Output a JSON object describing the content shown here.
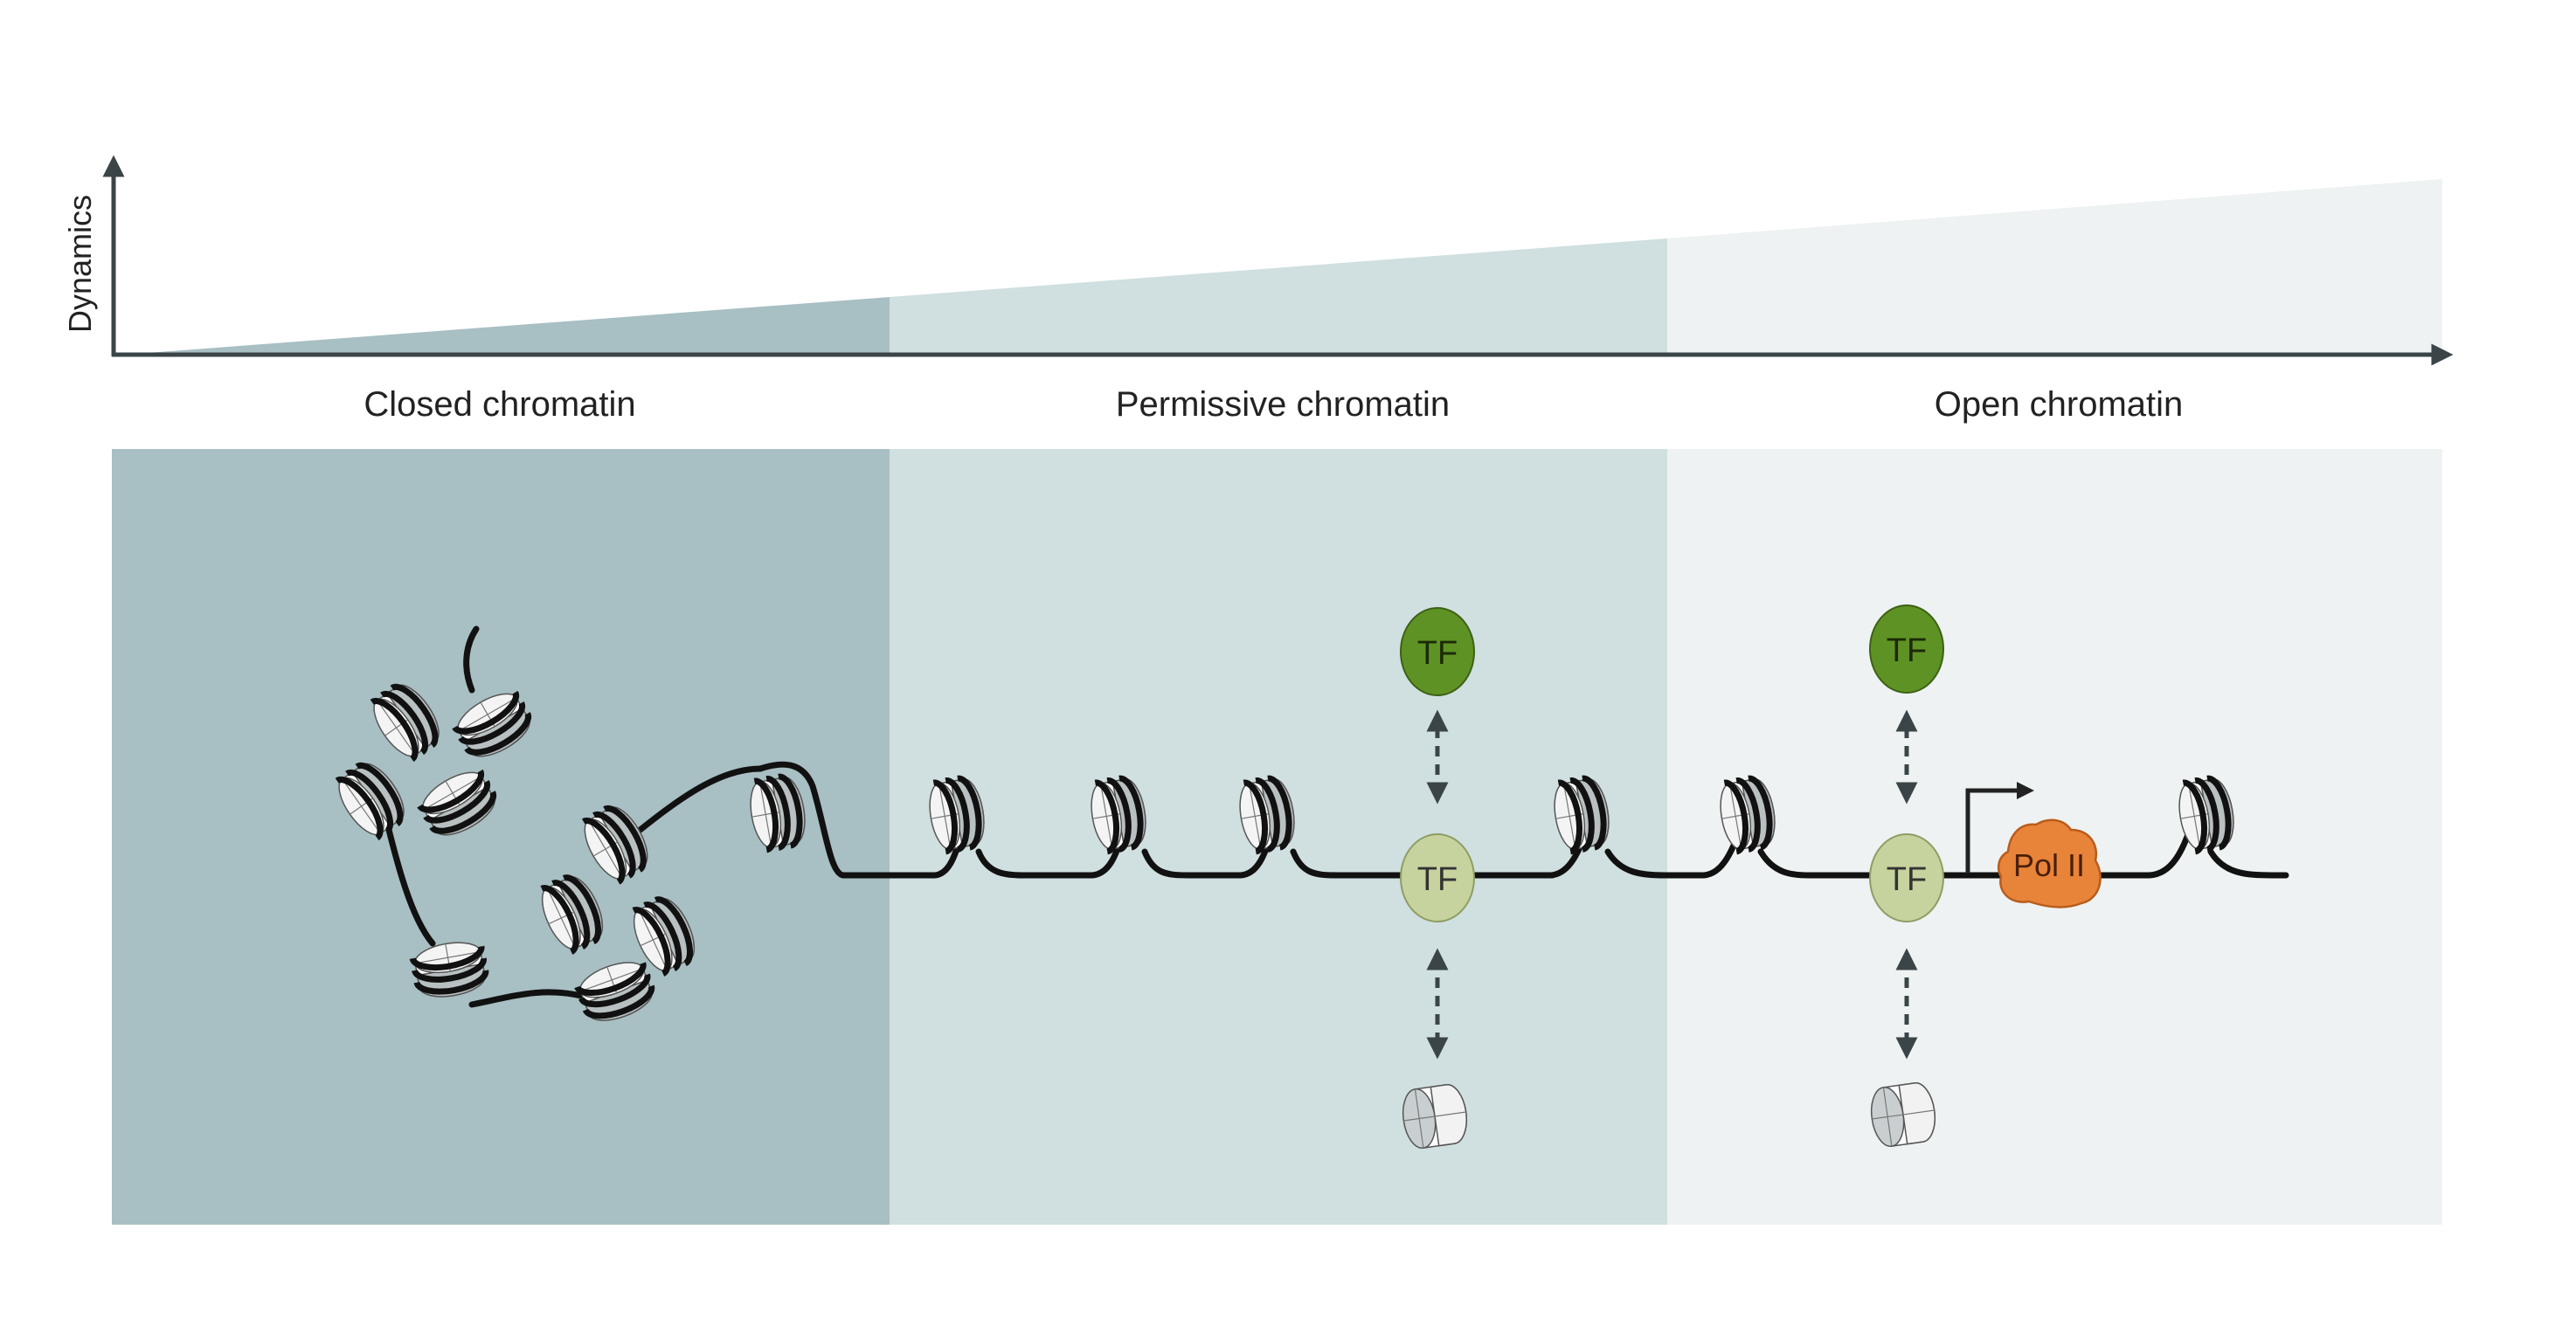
{
  "axis": {
    "y_label": "Dynamics"
  },
  "regions": [
    {
      "label": "Closed chromatin",
      "color": "#a8bfc3"
    },
    {
      "label": "Permissive chromatin",
      "color": "#d0dfe0"
    },
    {
      "label": "Open chromatin",
      "color": "#eef2f2"
    }
  ],
  "labels": {
    "tf": "TF",
    "pol": "Pol II"
  },
  "colors": {
    "tf_bound": "#c6d39e",
    "tf_free": "#5f9224",
    "pol": "#e8833a",
    "dna": "#111111",
    "axis": "#3b4548"
  }
}
